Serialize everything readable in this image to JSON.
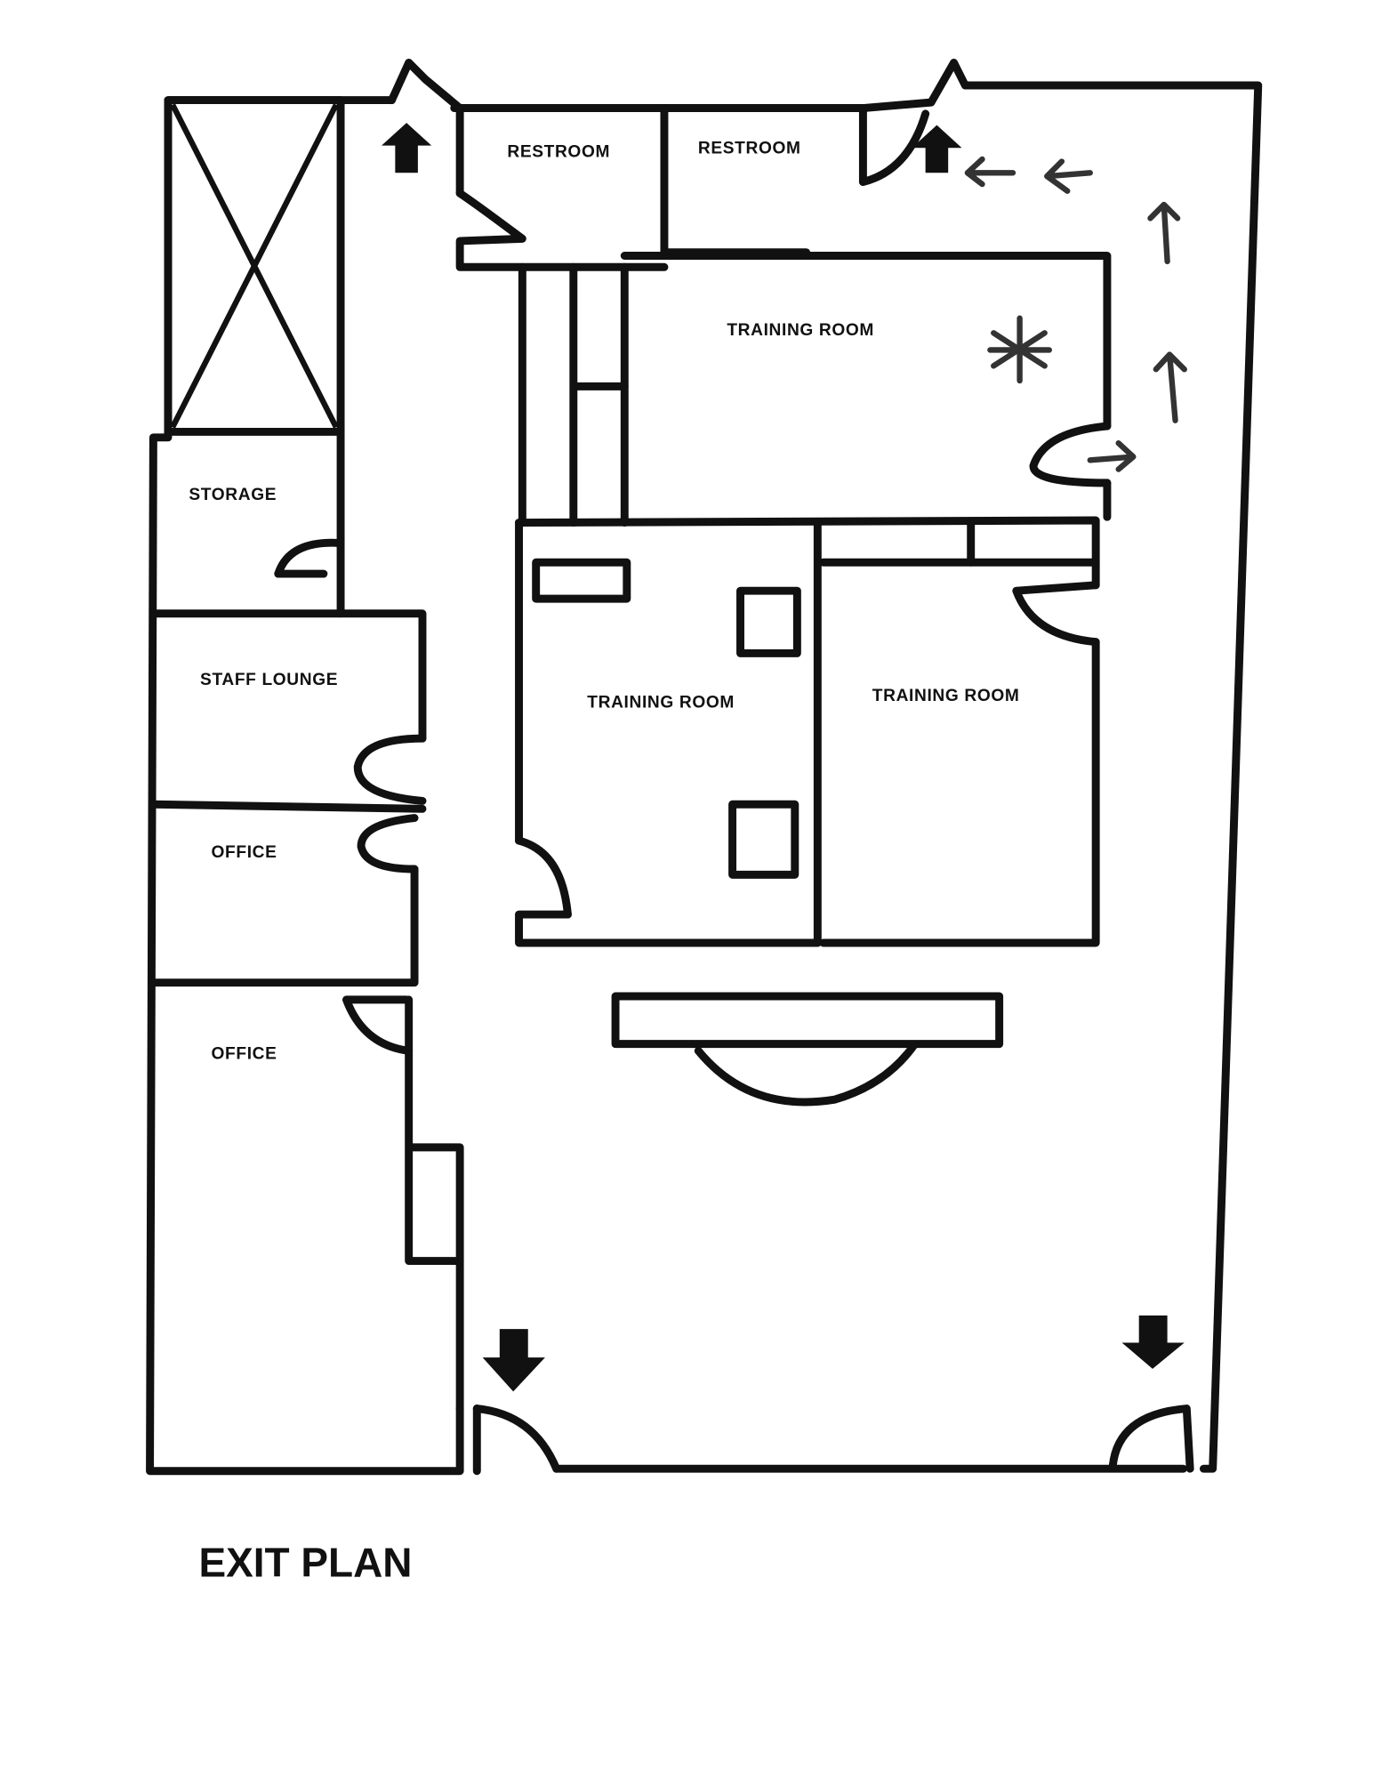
{
  "title": "EXIT PLAN",
  "rooms": {
    "restroom_1": "RESTROOM",
    "restroom_2": "RESTROOM",
    "training_top": "TRAINING ROOM",
    "training_left": "TRAINING ROOM",
    "training_right": "TRAINING ROOM",
    "storage": "STORAGE",
    "staff_lounge": "STAFF LOUNGE",
    "office_1": "OFFICE",
    "office_2": "OFFICE"
  },
  "colors": {
    "ink": "#111111",
    "marker": "#333333"
  }
}
